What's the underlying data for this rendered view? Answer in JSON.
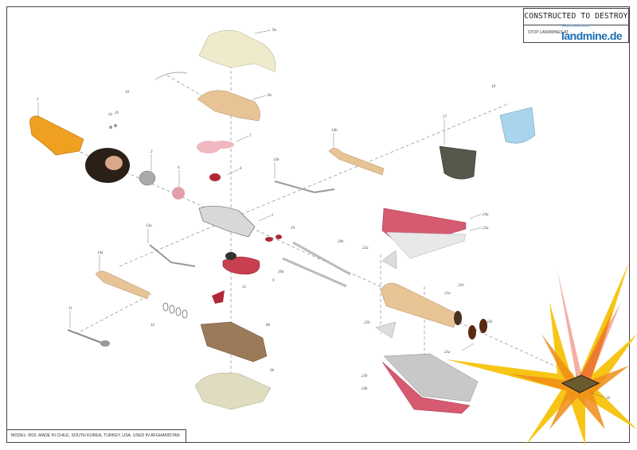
{
  "title_block": {
    "title": "CONSTRUCTED TO DESTROY",
    "subtitle": "STOP LANDMINES AT",
    "brand": "landmine.de",
    "brand_tagline": "Aktionsbündnis"
  },
  "caption": "MODEL: M19, MADE IN CHILE, SOUTH KOREA, TURKEY, USA, USED IN AFGHANISTAN",
  "labels": {
    "p9a": "9a",
    "p10": "10",
    "p8a": "8a",
    "p1": "1",
    "p2a": "2a",
    "p2b": "2b",
    "p3": "3",
    "p4": "4",
    "p7": "7",
    "p6": "6",
    "p5": "5",
    "p13b": "13b",
    "p14b": "14b",
    "p17": "17",
    "p18": "18",
    "p24a": "24a",
    "p23a": "23a",
    "p14a": "14a",
    "p13a": "13a",
    "p19": "19",
    "p20b": "20b",
    "p22a": "22a",
    "p20a": "20a",
    "p9": "9",
    "p12": "12",
    "p21a": "21a",
    "p21b": "21b",
    "p11": "11",
    "p16": "16",
    "p8b": "8b",
    "p22b": "22b",
    "p25b": "25b",
    "p25a": "25a",
    "p23b": "23b",
    "p24b": "24b",
    "p26": "26",
    "p9b": "9b"
  },
  "colors": {
    "skin": "#e8c396",
    "shuttlecock": "#f0a020",
    "organ": "#b02838",
    "lung": "#f0b8c0",
    "bucket_water": "#a8d4ec",
    "explosion": "#f7c516",
    "sheet_pink": "#d65a70"
  }
}
